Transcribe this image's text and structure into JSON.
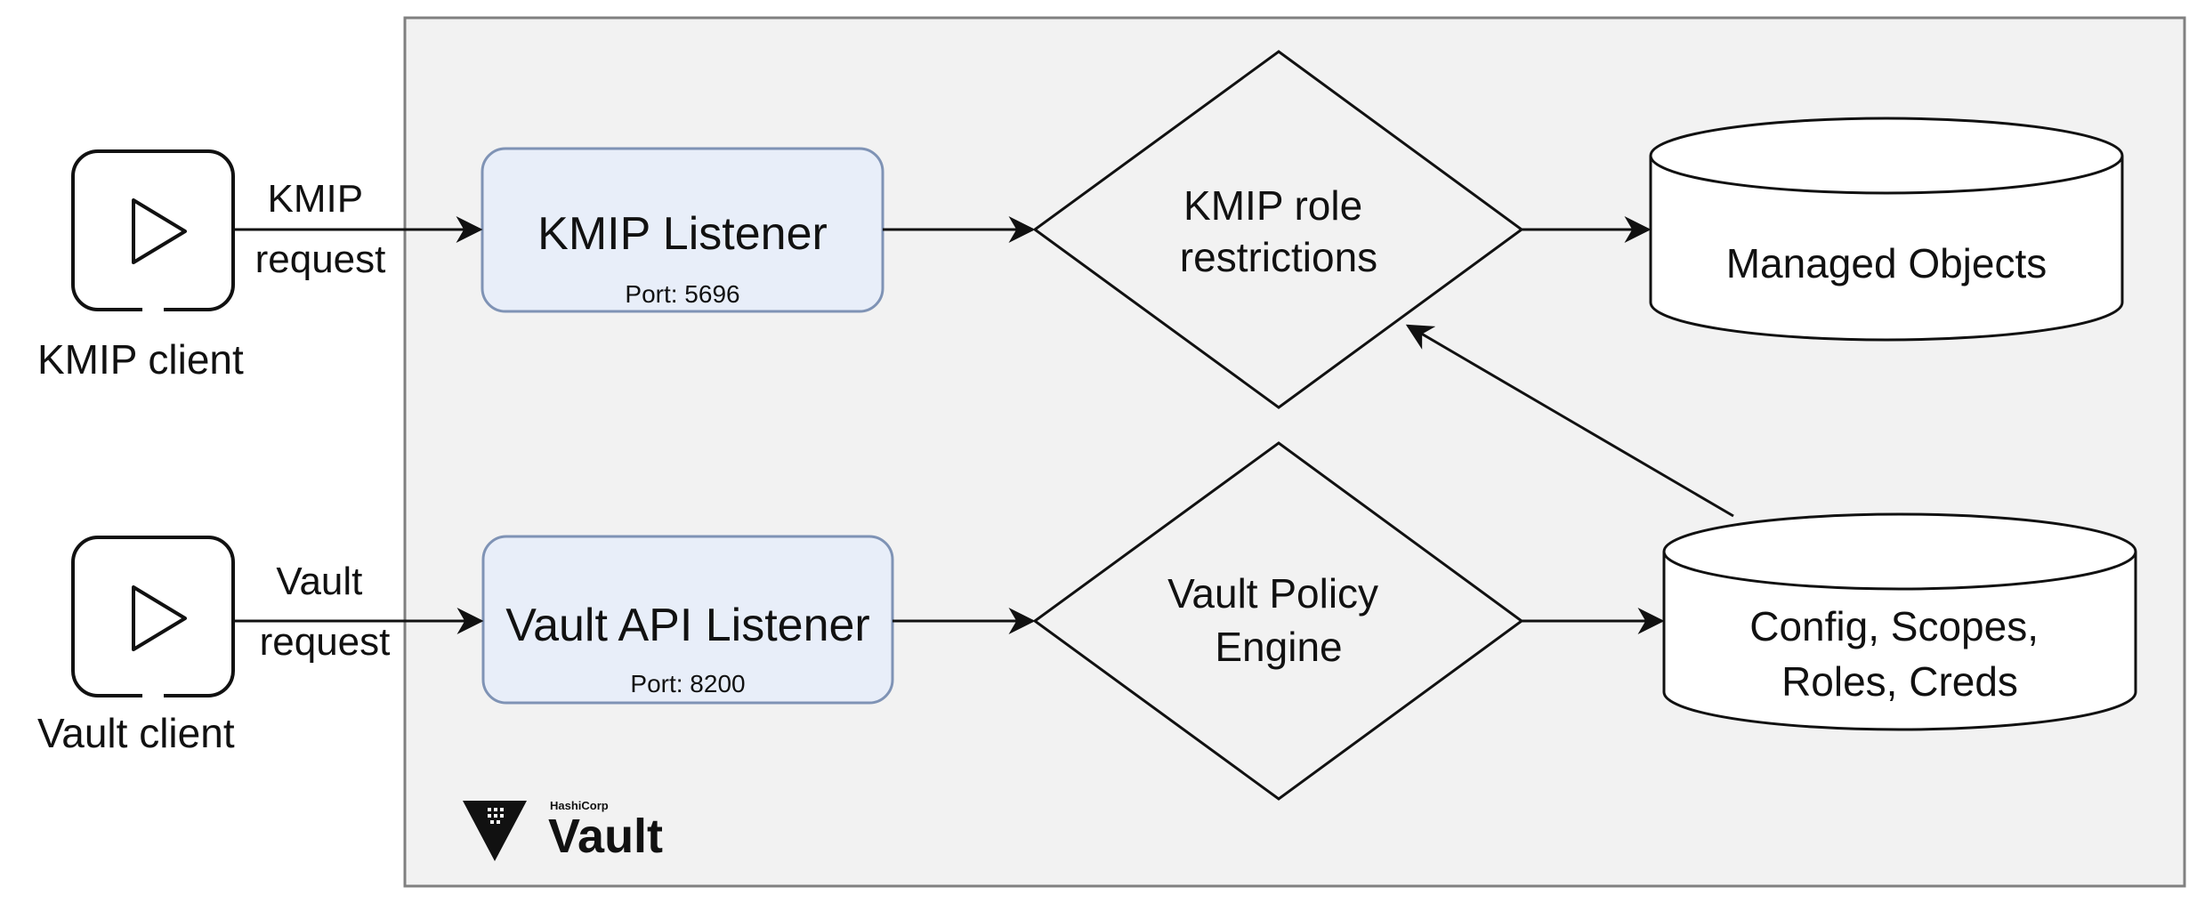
{
  "clients": {
    "kmip": {
      "label": "KMIP client",
      "request_label": [
        "KMIP",
        "request"
      ]
    },
    "vault": {
      "label": "Vault client",
      "request_label": [
        "Vault",
        "request"
      ]
    }
  },
  "listeners": {
    "kmip": {
      "title": "KMIP Listener",
      "port": "Port: 5696"
    },
    "vault": {
      "title": "Vault API Listener",
      "port": "Port: 8200"
    }
  },
  "decisions": {
    "kmip_role": {
      "lines": [
        "KMIP role",
        "restrictions"
      ]
    },
    "vault_policy": {
      "lines": [
        "Vault Policy",
        "Engine"
      ]
    }
  },
  "stores": {
    "managed_objects": {
      "lines": [
        "Managed Objects"
      ]
    },
    "config": {
      "lines": [
        "Config, Scopes,",
        "Roles, Creds"
      ]
    }
  },
  "logo": {
    "brand_small": "HashiCorp",
    "product": "Vault"
  },
  "colors": {
    "container_bg": "#f2f2f2",
    "container_border": "#808080",
    "listener_fill": "#e8eef9",
    "listener_border": "#7f93b5",
    "line": "#111111"
  },
  "icons": {
    "client": "play-icon",
    "logo": "vault-logo-icon"
  }
}
